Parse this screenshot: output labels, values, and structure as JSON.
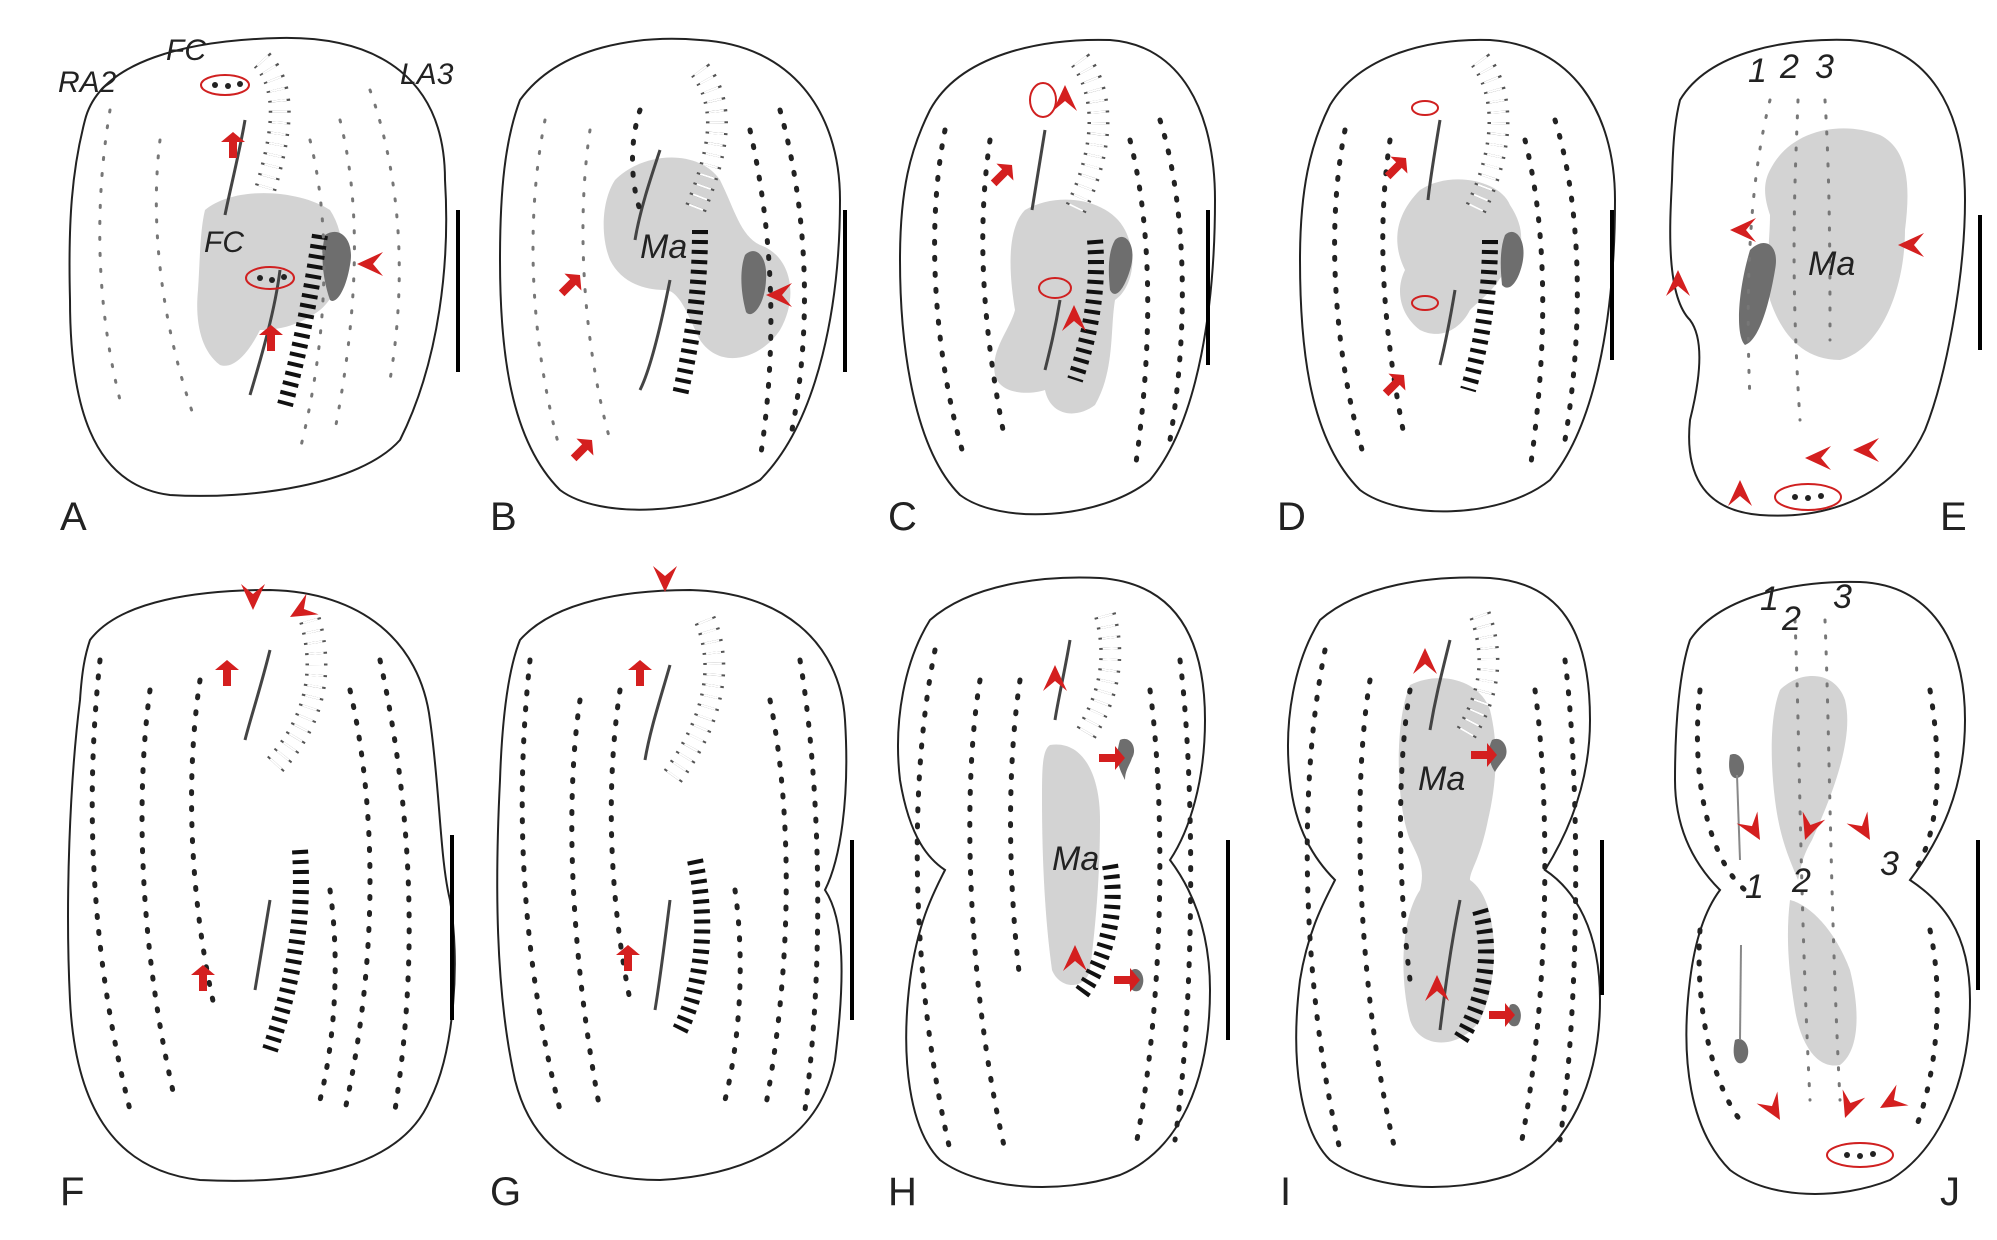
{
  "panels": [
    {
      "id": "A",
      "label": "A",
      "annotations": {
        "fc_top": "FC",
        "fc_mid": "FC",
        "ra2": "RA2",
        "la3": "LA3"
      }
    },
    {
      "id": "B",
      "label": "B",
      "annotations": {
        "ma": "Ma"
      }
    },
    {
      "id": "C",
      "label": "C",
      "annotations": {}
    },
    {
      "id": "D",
      "label": "D",
      "annotations": {}
    },
    {
      "id": "E",
      "label": "E",
      "annotations": {
        "ma": "Ma",
        "n1": "1",
        "n2": "2",
        "n3": "3"
      }
    },
    {
      "id": "F",
      "label": "F",
      "annotations": {}
    },
    {
      "id": "G",
      "label": "G",
      "annotations": {}
    },
    {
      "id": "H",
      "label": "H",
      "annotations": {
        "ma": "Ma"
      }
    },
    {
      "id": "I",
      "label": "I",
      "annotations": {
        "ma": "Ma"
      }
    },
    {
      "id": "J",
      "label": "J",
      "annotations": {
        "n1a": "1",
        "n2a": "2",
        "n3a": "3",
        "n1b": "1",
        "n2b": "2",
        "n3b": "3"
      }
    }
  ],
  "colors": {
    "outline": "#222222",
    "macronucleus": "#d3d3d3",
    "micronucleus": "#6e6e6e",
    "markers": "#d02020",
    "scale_bar": "#000000"
  }
}
